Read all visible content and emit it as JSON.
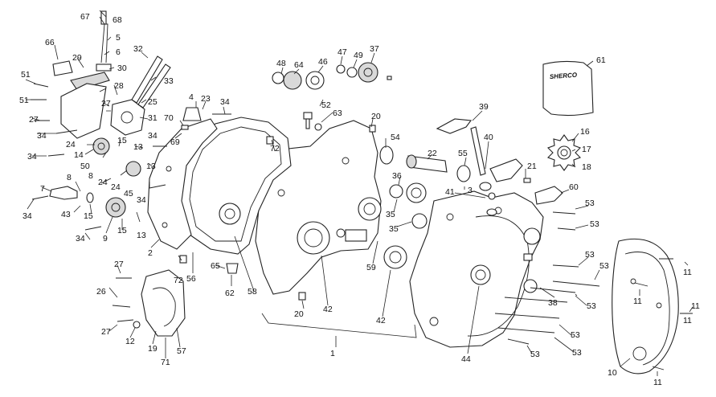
{
  "brand_text": "SHERCO",
  "callouts": [
    {
      "id": "c1",
      "label": "1"
    },
    {
      "id": "c2",
      "label": "2"
    },
    {
      "id": "c3",
      "label": "3"
    },
    {
      "id": "c4",
      "label": "4"
    },
    {
      "id": "c5",
      "label": "5"
    },
    {
      "id": "c6",
      "label": "6"
    },
    {
      "id": "c7",
      "label": "7"
    },
    {
      "id": "c8",
      "label": "8"
    },
    {
      "id": "c8b",
      "label": "8"
    },
    {
      "id": "c9",
      "label": "9"
    },
    {
      "id": "c10",
      "label": "10"
    },
    {
      "id": "c11a",
      "label": "11"
    },
    {
      "id": "c11b",
      "label": "11"
    },
    {
      "id": "c11c",
      "label": "11"
    },
    {
      "id": "c11d",
      "label": "11"
    },
    {
      "id": "c11e",
      "label": "11"
    },
    {
      "id": "c12",
      "label": "12"
    },
    {
      "id": "c13a",
      "label": "13"
    },
    {
      "id": "c13b",
      "label": "13"
    },
    {
      "id": "c13c",
      "label": "13"
    },
    {
      "id": "c14",
      "label": "14"
    },
    {
      "id": "c15a",
      "label": "15"
    },
    {
      "id": "c15b",
      "label": "15"
    },
    {
      "id": "c15c",
      "label": "15"
    },
    {
      "id": "c16",
      "label": "16"
    },
    {
      "id": "c17",
      "label": "17"
    },
    {
      "id": "c18",
      "label": "18"
    },
    {
      "id": "c19",
      "label": "19"
    },
    {
      "id": "c20a",
      "label": "20"
    },
    {
      "id": "c20b",
      "label": "20"
    },
    {
      "id": "c21",
      "label": "21"
    },
    {
      "id": "c22",
      "label": "22"
    },
    {
      "id": "c23",
      "label": "23"
    },
    {
      "id": "c24a",
      "label": "24"
    },
    {
      "id": "c24b",
      "label": "24"
    },
    {
      "id": "c24c",
      "label": "24"
    },
    {
      "id": "c25",
      "label": "25"
    },
    {
      "id": "c26",
      "label": "26"
    },
    {
      "id": "c27a",
      "label": "27"
    },
    {
      "id": "c27b",
      "label": "27"
    },
    {
      "id": "c27c",
      "label": "27"
    },
    {
      "id": "c27d",
      "label": "27"
    },
    {
      "id": "c28",
      "label": "28"
    },
    {
      "id": "c29",
      "label": "29"
    },
    {
      "id": "c30",
      "label": "30"
    },
    {
      "id": "c31",
      "label": "31"
    },
    {
      "id": "c32",
      "label": "32"
    },
    {
      "id": "c33",
      "label": "33"
    },
    {
      "id": "c34a",
      "label": "34"
    },
    {
      "id": "c34b",
      "label": "34"
    },
    {
      "id": "c34c",
      "label": "34"
    },
    {
      "id": "c34d",
      "label": "34"
    },
    {
      "id": "c34e",
      "label": "34"
    },
    {
      "id": "c34f",
      "label": "34"
    },
    {
      "id": "c34g",
      "label": "34"
    },
    {
      "id": "c35a",
      "label": "35"
    },
    {
      "id": "c35b",
      "label": "35"
    },
    {
      "id": "c36",
      "label": "36"
    },
    {
      "id": "c37",
      "label": "37"
    },
    {
      "id": "c38",
      "label": "38"
    },
    {
      "id": "c39",
      "label": "39"
    },
    {
      "id": "c40",
      "label": "40"
    },
    {
      "id": "c41",
      "label": "41"
    },
    {
      "id": "c42a",
      "label": "42"
    },
    {
      "id": "c42b",
      "label": "42"
    },
    {
      "id": "c43",
      "label": "43"
    },
    {
      "id": "c44",
      "label": "44"
    },
    {
      "id": "c45",
      "label": "45"
    },
    {
      "id": "c46",
      "label": "46"
    },
    {
      "id": "c47",
      "label": "47"
    },
    {
      "id": "c48",
      "label": "48"
    },
    {
      "id": "c49",
      "label": "49"
    },
    {
      "id": "c50",
      "label": "50"
    },
    {
      "id": "c51a",
      "label": "51"
    },
    {
      "id": "c51b",
      "label": "51"
    },
    {
      "id": "c52",
      "label": "52"
    },
    {
      "id": "c53a",
      "label": "53"
    },
    {
      "id": "c53b",
      "label": "53"
    },
    {
      "id": "c53c",
      "label": "53"
    },
    {
      "id": "c53d",
      "label": "53"
    },
    {
      "id": "c53e",
      "label": "53"
    },
    {
      "id": "c53f",
      "label": "53"
    },
    {
      "id": "c53g",
      "label": "53"
    },
    {
      "id": "c53h",
      "label": "53"
    },
    {
      "id": "c54",
      "label": "54"
    },
    {
      "id": "c55",
      "label": "55"
    },
    {
      "id": "c56",
      "label": "56"
    },
    {
      "id": "c57",
      "label": "57"
    },
    {
      "id": "c58",
      "label": "58"
    },
    {
      "id": "c59",
      "label": "59"
    },
    {
      "id": "c60",
      "label": "60"
    },
    {
      "id": "c61",
      "label": "61"
    },
    {
      "id": "c62",
      "label": "62"
    },
    {
      "id": "c63",
      "label": "63"
    },
    {
      "id": "c64",
      "label": "64"
    },
    {
      "id": "c65",
      "label": "65"
    },
    {
      "id": "c66",
      "label": "66"
    },
    {
      "id": "c67",
      "label": "67"
    },
    {
      "id": "c68",
      "label": "68"
    },
    {
      "id": "c69",
      "label": "69"
    },
    {
      "id": "c70",
      "label": "70"
    },
    {
      "id": "c71",
      "label": "71"
    },
    {
      "id": "c72a",
      "label": "72"
    },
    {
      "id": "c72b",
      "label": "72"
    }
  ]
}
